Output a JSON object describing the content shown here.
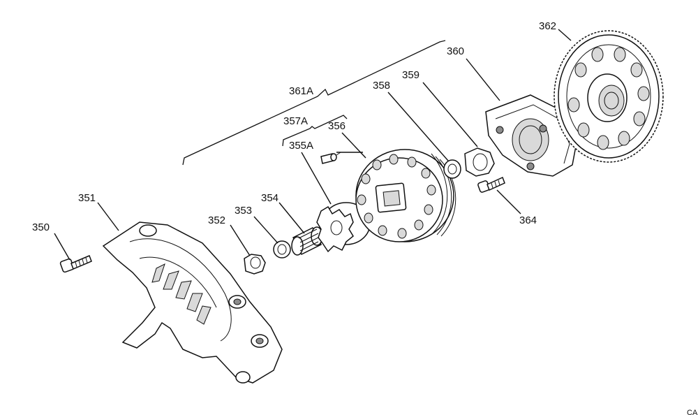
{
  "callouts": {
    "p350": "350",
    "p351": "351",
    "p352": "352",
    "p353": "353",
    "p354": "354",
    "p355A": "355A",
    "p356": "356",
    "p357A": "357A",
    "p358": "358",
    "p359": "359",
    "p360": "360",
    "p361A": "361A",
    "p362": "362",
    "p364": "364"
  },
  "corner_code": "CA"
}
